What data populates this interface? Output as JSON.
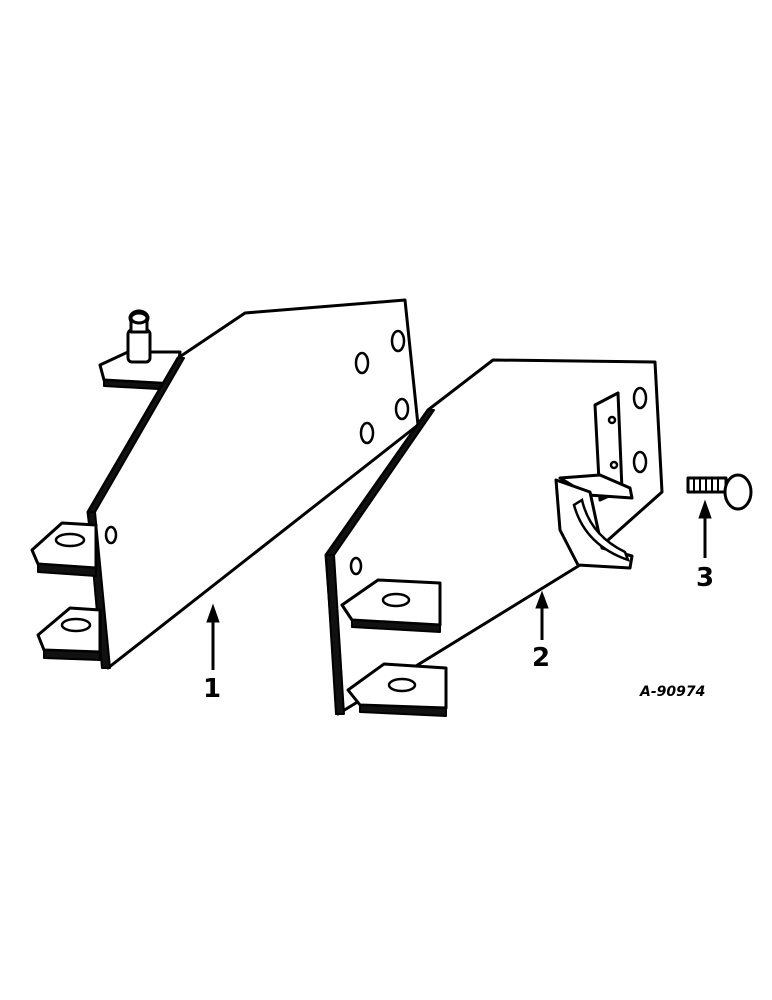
{
  "callouts": [
    {
      "id": "1",
      "label": "1"
    },
    {
      "id": "2",
      "label": "2"
    },
    {
      "id": "3",
      "label": "3"
    }
  ],
  "figure_reference": "A-90974"
}
